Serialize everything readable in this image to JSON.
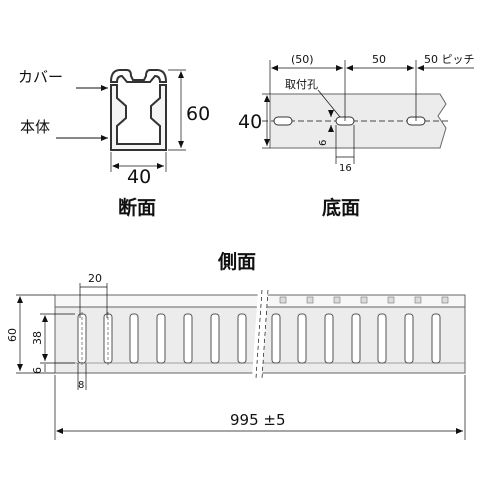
{
  "cross_section": {
    "labels": {
      "cover": "カバー",
      "body": "本体"
    },
    "dims": {
      "height": "60",
      "width": "40"
    },
    "caption": "断面"
  },
  "bottom_view": {
    "dims": {
      "first_pitch": "(50)",
      "pitch": "50",
      "pitch_note": "50 ピッチ",
      "height": "40",
      "hole_height": "6",
      "hole_width": "16"
    },
    "mount_hole_label": "取付孔",
    "caption": "底面"
  },
  "side_view": {
    "caption": "側面",
    "dims": {
      "slot_pitch": "20",
      "height": "60",
      "slot_length": "38",
      "bottom": "6",
      "slot_width": "8",
      "length": "995 ±5"
    }
  },
  "colors": {
    "line": "#111111",
    "fill": "#ececec",
    "edge": "#666666"
  }
}
